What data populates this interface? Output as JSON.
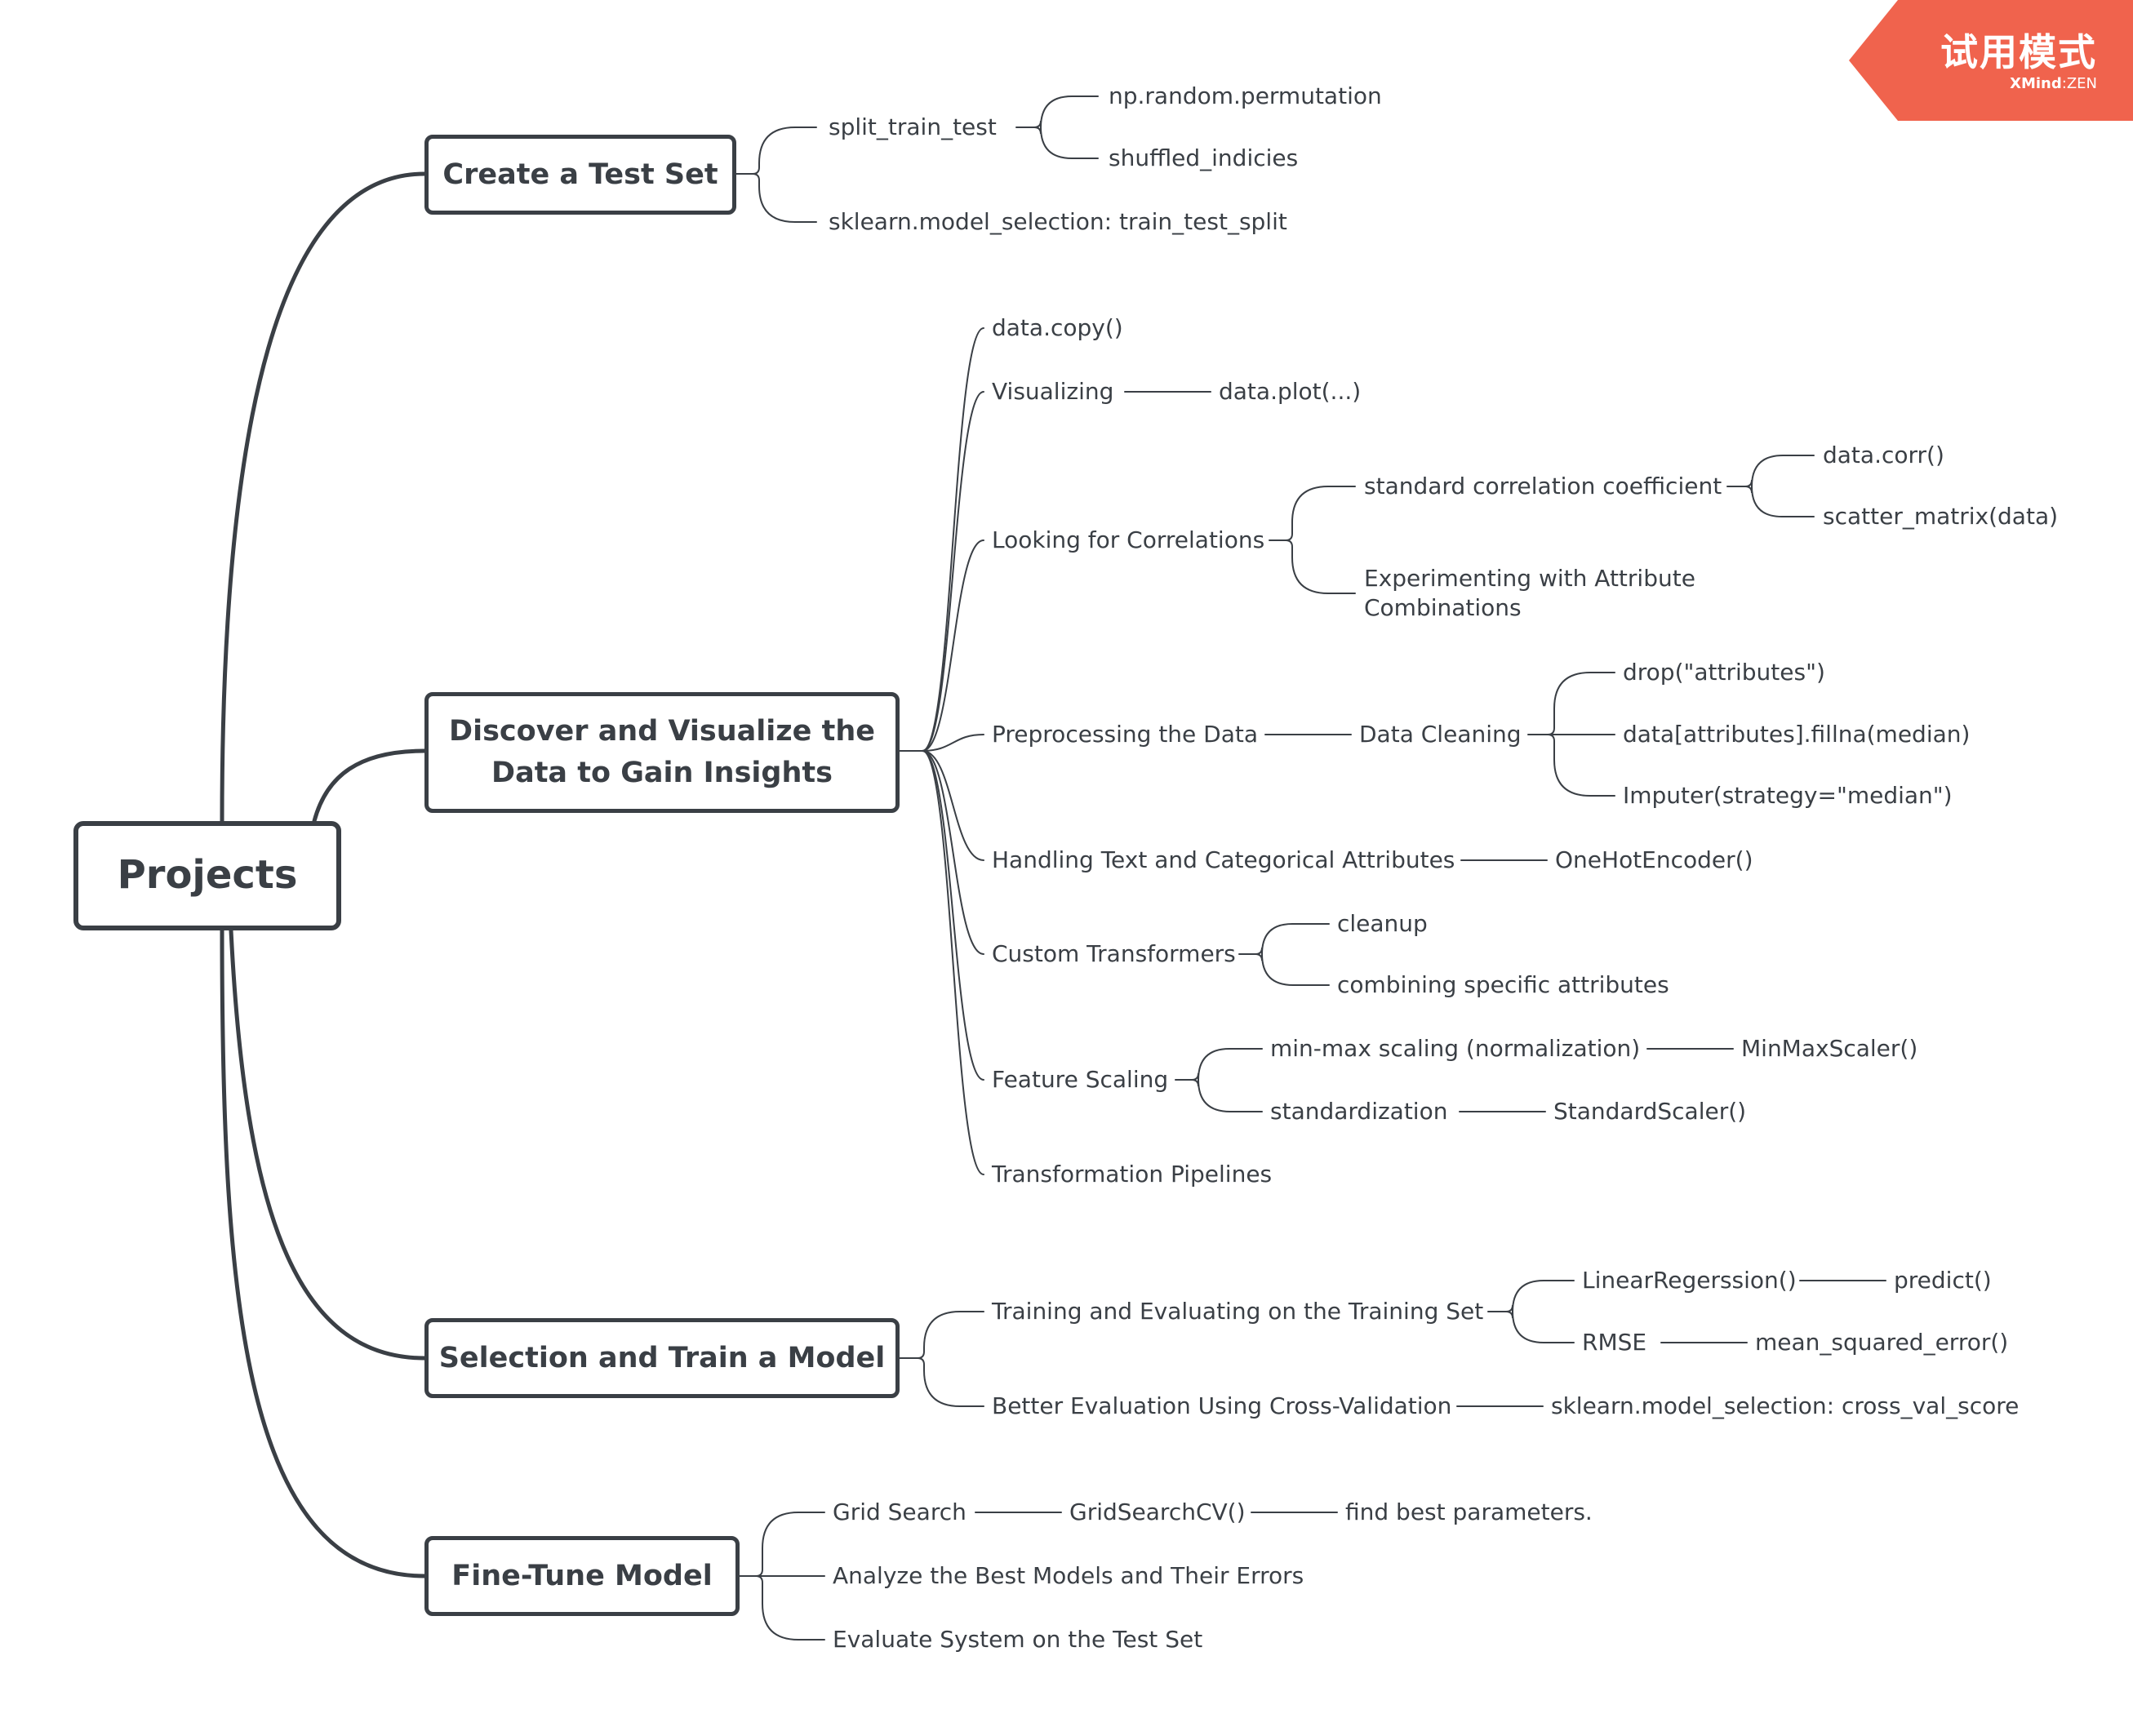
{
  "watermark": {
    "title": "试用模式",
    "brand": "XMind",
    "separator": ":",
    "edition": "ZEN",
    "color": "#f0634d"
  },
  "line_color": "#3a3f45",
  "root": {
    "label": "Projects"
  },
  "topics": {
    "test_set": "Create a Test Set",
    "discover": "Discover and Visualize the Data to Gain Insights",
    "select": "Selection and Train a Model",
    "finetune": "Fine-Tune Model"
  },
  "nodes": {
    "split_train_test": "split_train_test",
    "np_permutation": "np.random.permutation",
    "shuffled": "shuffled_indicies",
    "sk_train_test_split": "sklearn.model_selection: train_test_split",
    "data_copy": "data.copy()",
    "visualizing": "Visualizing",
    "data_plot": "data.plot(...)",
    "looking_corr": "Looking for Correlations",
    "std_corr": "standard correlation coefficient",
    "data_corr": "data.corr()",
    "scatter_matrix": "scatter_matrix(data)",
    "experimenting": "Experimenting with Attribute Combinations",
    "preprocessing": "Preprocessing the Data",
    "data_cleaning": "Data Cleaning",
    "drop": "drop(\"attributes\")",
    "fillna": "data[attributes].fillna(median)",
    "imputer": "Imputer(strategy=\"median\")",
    "handling_text": "Handling Text and Categorical Attributes",
    "onehot": "OneHotEncoder()",
    "custom_transformers": "Custom Transformers",
    "cleanup": "cleanup",
    "combining": "combining specific attributes",
    "feature_scaling": "Feature Scaling",
    "minmax_scaling": "min-max scaling (normalization)",
    "minmax_scaler": "MinMaxScaler()",
    "standardization": "standardization",
    "standard_scaler": "StandardScaler()",
    "pipelines": "Transformation Pipelines",
    "training_eval": "Training and Evaluating on the Training Set",
    "linear_reg": "LinearRegerssion()",
    "predict": "predict()",
    "rmse": "RMSE",
    "mse": "mean_squared_error()",
    "better_eval": "Better Evaluation Using Cross-Validation",
    "cross_val": "sklearn.model_selection: cross_val_score",
    "grid_search": "Grid Search",
    "gridsearchcv": "GridSearchCV()",
    "best_params": "find best parameters.",
    "analyze": "Analyze the Best Models and Their Errors",
    "evaluate": "Evaluate System on the Test Set"
  }
}
